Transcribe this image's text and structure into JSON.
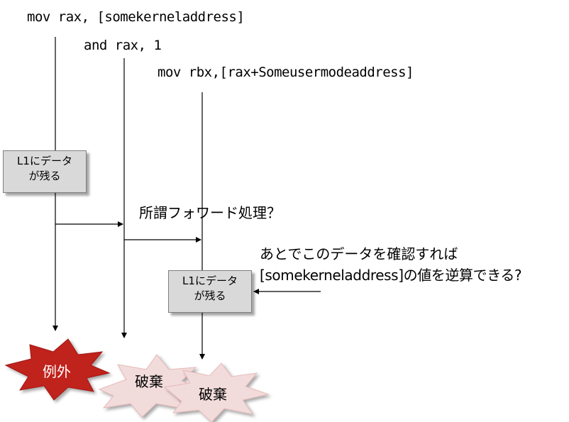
{
  "instructions": {
    "line1": "mov rax, [somekerneladdress]",
    "line2": "and rax, 1",
    "line3": "mov rbx,[rax+Someusermodeaddress]"
  },
  "cache_boxes": [
    {
      "line1": "L1にデータ",
      "line2": "が残る"
    },
    {
      "line1": "L1にデータ",
      "line2": "が残る"
    }
  ],
  "annotations": {
    "forwarding": "所謂フォワード処理？",
    "question_line1": "あとでこのデータを確認すれば",
    "question_line2": "[somekerneladdress]の値を逆算できる?"
  },
  "bursts": {
    "exception": "例外",
    "discard1": "破棄",
    "discard2": "破棄"
  },
  "colors": {
    "exception_fill": "#c0201a",
    "discard_fill": "#f2dcdb",
    "box_fill": "#d9d9d9"
  }
}
